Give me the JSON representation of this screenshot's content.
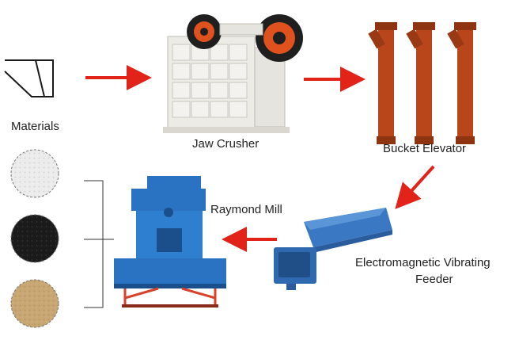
{
  "labels": {
    "materials": "Materials",
    "jaw_crusher": "Jaw Crusher",
    "bucket_elevator": "Bucket Elevator",
    "raymond_mill": "Raymond Mill",
    "feeder_line1": "Electromagnetic Vibrating",
    "feeder_line2": "Feeder"
  },
  "colors": {
    "arrow": "#e2231a",
    "elevator": "#b8461a",
    "mill": "#2a73c2",
    "feeder": "#3a78c4",
    "crusher_body": "#ecebe6",
    "crusher_wheel": "#1f1f1f",
    "crusher_accent": "#e0521d",
    "powder_white": "#ececec",
    "powder_black": "#1b1b1b",
    "powder_tan": "#c9a772"
  },
  "icons": {
    "materials": "material-shape-icon",
    "jaw_crusher": "jaw-crusher-machine",
    "bucket_elevator": "bucket-elevator-machine",
    "feeder": "vibrating-feeder-machine",
    "raymond_mill": "raymond-mill-machine"
  }
}
